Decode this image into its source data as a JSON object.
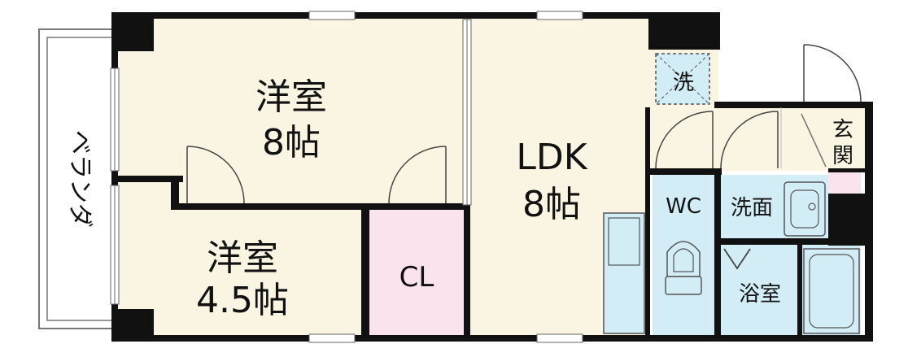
{
  "rooms": {
    "western1": {
      "label": "洋室",
      "size": "8帖"
    },
    "western2": {
      "label": "洋室",
      "size": "4.5帖"
    },
    "ldk": {
      "label": "LDK",
      "size": "8帖"
    },
    "closet": {
      "label": "CL"
    },
    "washer": {
      "label": "洗"
    },
    "entrance": {
      "label_top": "玄",
      "label_bottom": "関"
    },
    "toilet": {
      "label": "WC"
    },
    "washroom": {
      "label": "洗面"
    },
    "bathroom": {
      "label": "浴室"
    }
  },
  "balcony": {
    "label": "ベランダ"
  },
  "colors": {
    "floor": "#faf5e3",
    "closet": "#fbe3ee",
    "wet": "#d3edf7",
    "entrance_step": "#fbe3ee",
    "wall": "#111111"
  }
}
